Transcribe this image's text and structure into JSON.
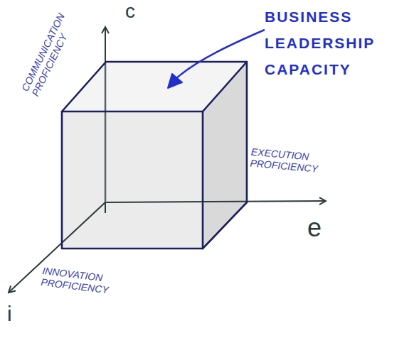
{
  "diagram": {
    "labels": [
      "c",
      "COMMUNICATION PROFICIENCY",
      "BUSINESS LEADERSHIP CAPACITY",
      "EXECUTION PROFICIENCY",
      "e",
      "INNOVATION PROFICIENCY",
      "i"
    ]
  }
}
